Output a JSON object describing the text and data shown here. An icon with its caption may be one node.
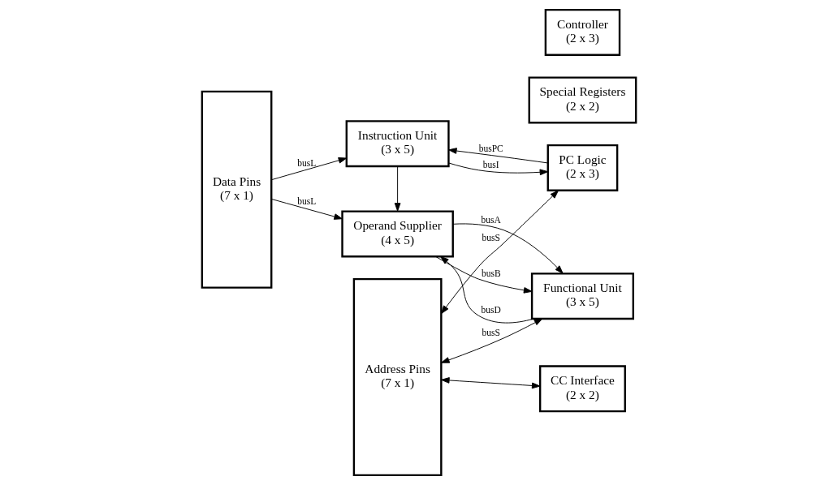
{
  "diagram": {
    "nodes": [
      {
        "text": [
          "Data Pins",
          "(7 x 1)"
        ]
      },
      {
        "text": [
          "Instruction Unit",
          "(3 x 5)"
        ]
      },
      {
        "text": [
          "Operand Supplier",
          "(4 x 5)"
        ]
      },
      {
        "text": [
          "PC Logic",
          "(2 x 3)"
        ]
      },
      {
        "text": [
          "Special Registers",
          "(2 x 2)"
        ]
      },
      {
        "text": [
          "Controller",
          "(2 x 3)"
        ]
      },
      {
        "text": [
          "CC Interface",
          "(2 x 2)"
        ]
      },
      {
        "text": [
          "Functional Unit",
          "(3 x 5)"
        ]
      },
      {
        "text": [
          "Address Pins",
          "(7 x 1)"
        ]
      }
    ],
    "edges": [
      {
        "from": 0,
        "to": 1,
        "arrow": "to",
        "label": "busL"
      },
      {
        "from": 0,
        "to": 2,
        "arrow": "to",
        "label": "busL"
      },
      {
        "from": 3,
        "to": 1,
        "arrow": "to",
        "label": "busPC"
      },
      {
        "from": 1,
        "to": 3,
        "arrow": "to",
        "label": "busI"
      },
      {
        "from": 1,
        "to": 2,
        "arrow": "to"
      },
      {
        "from": 2,
        "to": 7,
        "arrow": "to",
        "label": "busA"
      },
      {
        "from": 7,
        "to": 2,
        "arrow": "to",
        "label": "busD"
      },
      {
        "from": 2,
        "to": 7,
        "arrow": "to",
        "label": "busB"
      },
      {
        "from": 8,
        "to": 3,
        "arrow": "both",
        "label": "busS"
      },
      {
        "from": 8,
        "to": 6,
        "arrow": "both"
      },
      {
        "from": 8,
        "to": 7,
        "arrow": "both",
        "label": "busS"
      }
    ]
  }
}
